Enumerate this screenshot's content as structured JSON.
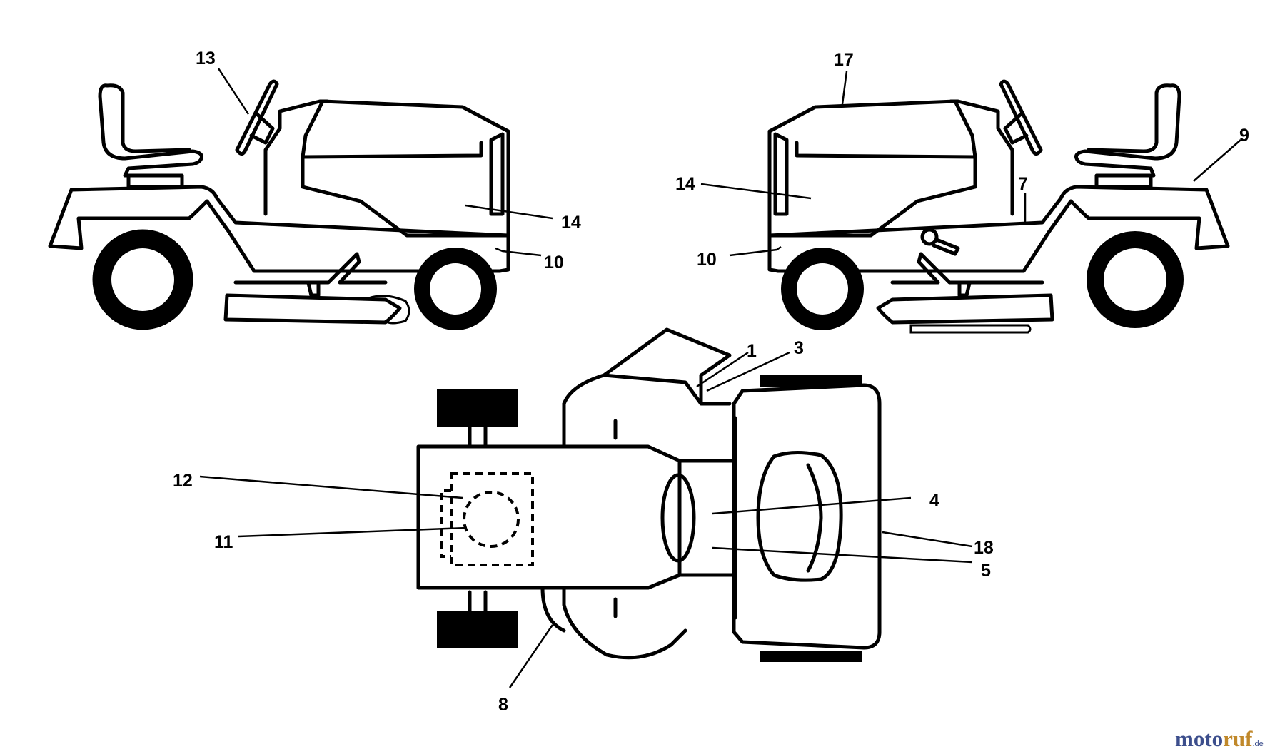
{
  "callouts": {
    "c13": "13",
    "c17": "17",
    "c9": "9",
    "c7": "7",
    "c14_left": "14",
    "c14_right": "14",
    "c10_left": "10",
    "c10_right": "10",
    "c1": "1",
    "c3": "3",
    "c12": "12",
    "c11": "11",
    "c4": "4",
    "c18": "18",
    "c5": "5",
    "c8": "8"
  },
  "watermark": {
    "part1": "moto",
    "part2": "ruf",
    "suffix": ".de"
  },
  "colors": {
    "line": "#000000",
    "background": "#ffffff",
    "watermark_blue": "#3c4e8c",
    "watermark_orange": "#c0882a"
  }
}
